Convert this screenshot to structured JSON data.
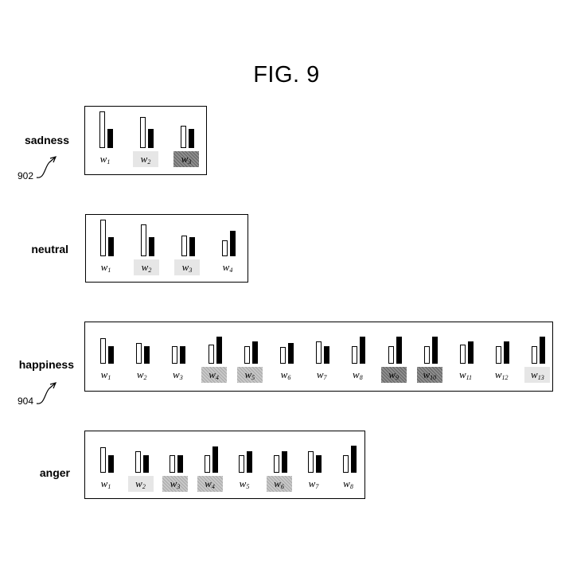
{
  "figure_title": "FIG. 9",
  "rows": [
    {
      "label": "sadness",
      "ref": "902",
      "words": [
        {
          "base": "w",
          "sub": "1",
          "highlight": "none",
          "bar_hollow": 1.0,
          "bar_solid": 0.52
        },
        {
          "base": "w",
          "sub": "2",
          "highlight": "light",
          "bar_hollow": 0.85,
          "bar_solid": 0.52
        },
        {
          "base": "w",
          "sub": "3",
          "highlight": "dark",
          "bar_hollow": 0.6,
          "bar_solid": 0.52
        }
      ]
    },
    {
      "label": "neutral",
      "ref": "",
      "words": [
        {
          "base": "w",
          "sub": "1",
          "highlight": "none",
          "bar_hollow": 1.0,
          "bar_solid": 0.52
        },
        {
          "base": "w",
          "sub": "2",
          "highlight": "light",
          "bar_hollow": 0.87,
          "bar_solid": 0.52
        },
        {
          "base": "w",
          "sub": "3",
          "highlight": "light",
          "bar_hollow": 0.57,
          "bar_solid": 0.52
        },
        {
          "base": "w",
          "sub": "4",
          "highlight": "none",
          "bar_hollow": 0.44,
          "bar_solid": 0.7
        }
      ]
    },
    {
      "label": "happiness",
      "ref": "904",
      "words": [
        {
          "base": "w",
          "sub": "1",
          "highlight": "none",
          "bar_hollow": 0.95,
          "bar_solid": 0.65
        },
        {
          "base": "w",
          "sub": "2",
          "highlight": "none",
          "bar_hollow": 0.76,
          "bar_solid": 0.65
        },
        {
          "base": "w",
          "sub": "3",
          "highlight": "none",
          "bar_hollow": 0.65,
          "bar_solid": 0.65
        },
        {
          "base": "w",
          "sub": "4",
          "highlight": "medium",
          "bar_hollow": 0.7,
          "bar_solid": 1.0
        },
        {
          "base": "w",
          "sub": "5",
          "highlight": "medium",
          "bar_hollow": 0.65,
          "bar_solid": 0.82
        },
        {
          "base": "w",
          "sub": "6",
          "highlight": "none",
          "bar_hollow": 0.62,
          "bar_solid": 0.76
        },
        {
          "base": "w",
          "sub": "7",
          "highlight": "none",
          "bar_hollow": 0.82,
          "bar_solid": 0.65
        },
        {
          "base": "w",
          "sub": "8",
          "highlight": "none",
          "bar_hollow": 0.65,
          "bar_solid": 1.0
        },
        {
          "base": "w",
          "sub": "9",
          "highlight": "dark",
          "bar_hollow": 0.65,
          "bar_solid": 1.0
        },
        {
          "base": "w",
          "sub": "10",
          "highlight": "dark",
          "bar_hollow": 0.65,
          "bar_solid": 1.0
        },
        {
          "base": "w",
          "sub": "11",
          "highlight": "none",
          "bar_hollow": 0.72,
          "bar_solid": 0.82
        },
        {
          "base": "w",
          "sub": "12",
          "highlight": "none",
          "bar_hollow": 0.65,
          "bar_solid": 0.82
        },
        {
          "base": "w",
          "sub": "13",
          "highlight": "light",
          "bar_hollow": 0.65,
          "bar_solid": 1.0
        }
      ]
    },
    {
      "label": "anger",
      "ref": "",
      "words": [
        {
          "base": "w",
          "sub": "1",
          "highlight": "none",
          "bar_hollow": 0.95,
          "bar_solid": 0.65
        },
        {
          "base": "w",
          "sub": "2",
          "highlight": "light",
          "bar_hollow": 0.8,
          "bar_solid": 0.65
        },
        {
          "base": "w",
          "sub": "3",
          "highlight": "medium",
          "bar_hollow": 0.65,
          "bar_solid": 0.65
        },
        {
          "base": "w",
          "sub": "4",
          "highlight": "medium",
          "bar_hollow": 0.65,
          "bar_solid": 0.97
        },
        {
          "base": "w",
          "sub": "5",
          "highlight": "none",
          "bar_hollow": 0.65,
          "bar_solid": 0.8
        },
        {
          "base": "w",
          "sub": "6",
          "highlight": "medium",
          "bar_hollow": 0.65,
          "bar_solid": 0.78
        },
        {
          "base": "w",
          "sub": "7",
          "highlight": "none",
          "bar_hollow": 0.8,
          "bar_solid": 0.65
        },
        {
          "base": "w",
          "sub": "8",
          "highlight": "none",
          "bar_hollow": 0.65,
          "bar_solid": 1.0
        }
      ]
    }
  ]
}
